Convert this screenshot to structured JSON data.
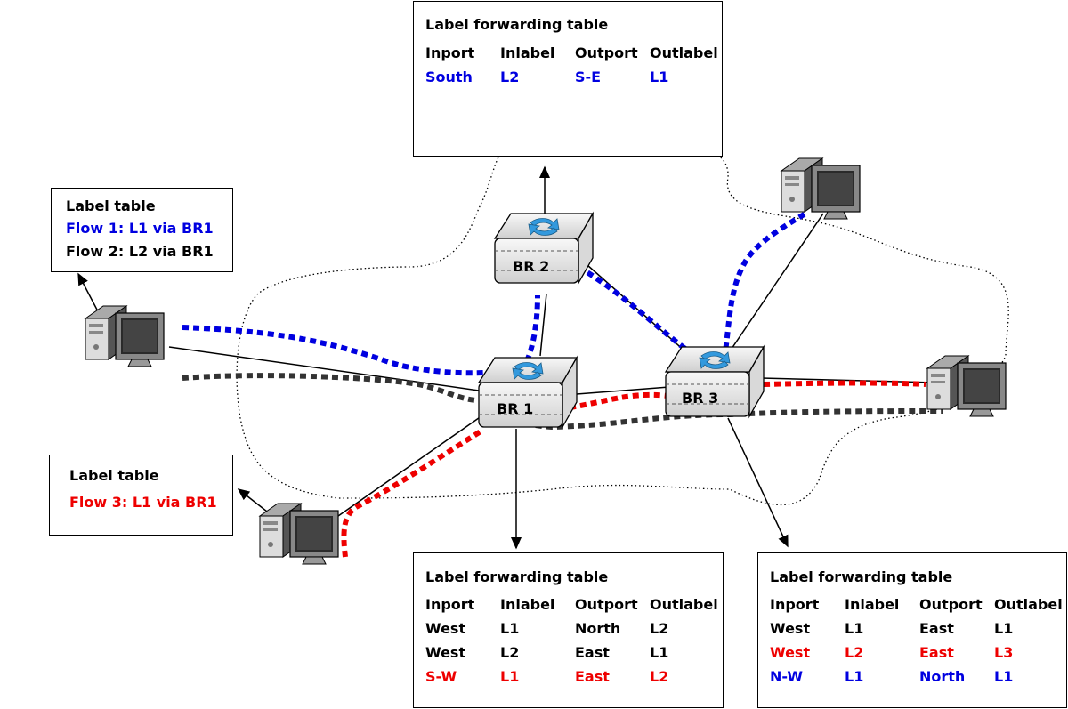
{
  "routers": {
    "br1": "BR 1",
    "br2": "BR 2",
    "br3": "BR 3"
  },
  "top_table": {
    "title": "Label forwarding table",
    "headers": [
      "Inport",
      "Inlabel",
      "Outport",
      "Outlabel"
    ],
    "rows": [
      {
        "cells": [
          "South",
          "L2",
          "S-E",
          "L1"
        ],
        "color": "blue"
      }
    ]
  },
  "bottom_mid_table": {
    "title": "Label forwarding table",
    "headers": [
      "Inport",
      "Inlabel",
      "Outport",
      "Outlabel"
    ],
    "rows": [
      {
        "cells": [
          "West",
          "L1",
          "North",
          "L2"
        ],
        "color": "black"
      },
      {
        "cells": [
          "West",
          "L2",
          "East",
          "L1"
        ],
        "color": "black"
      },
      {
        "cells": [
          "S-W",
          "L1",
          "East",
          "L2"
        ],
        "color": "red"
      }
    ]
  },
  "bottom_right_table": {
    "title": "Label forwarding table",
    "headers": [
      "Inport",
      "Inlabel",
      "Outport",
      "Outlabel"
    ],
    "rows": [
      {
        "cells": [
          "West",
          "L1",
          "East",
          "L1"
        ],
        "color": "black"
      },
      {
        "cells": [
          "West",
          "L2",
          "East",
          "L3"
        ],
        "color": "red"
      },
      {
        "cells": [
          "N-W",
          "L1",
          "North",
          "L1"
        ],
        "color": "blue"
      }
    ]
  },
  "left_top_label_table": {
    "title": "Label table",
    "flow1": "Flow 1:  L1 via BR1",
    "flow2": "Flow 2:  L2 via BR1"
  },
  "left_bottom_label_table": {
    "title": "Label table",
    "flow3": "Flow 3:  L1 via BR1"
  },
  "colors": {
    "flow_blue": "#0000e0",
    "flow_red": "#ee0000",
    "flow_black": "#333333",
    "router_body": "#e8e8e8",
    "router_arrow": "#3399dd"
  },
  "icons": [
    "computer-icon",
    "router-icon"
  ]
}
